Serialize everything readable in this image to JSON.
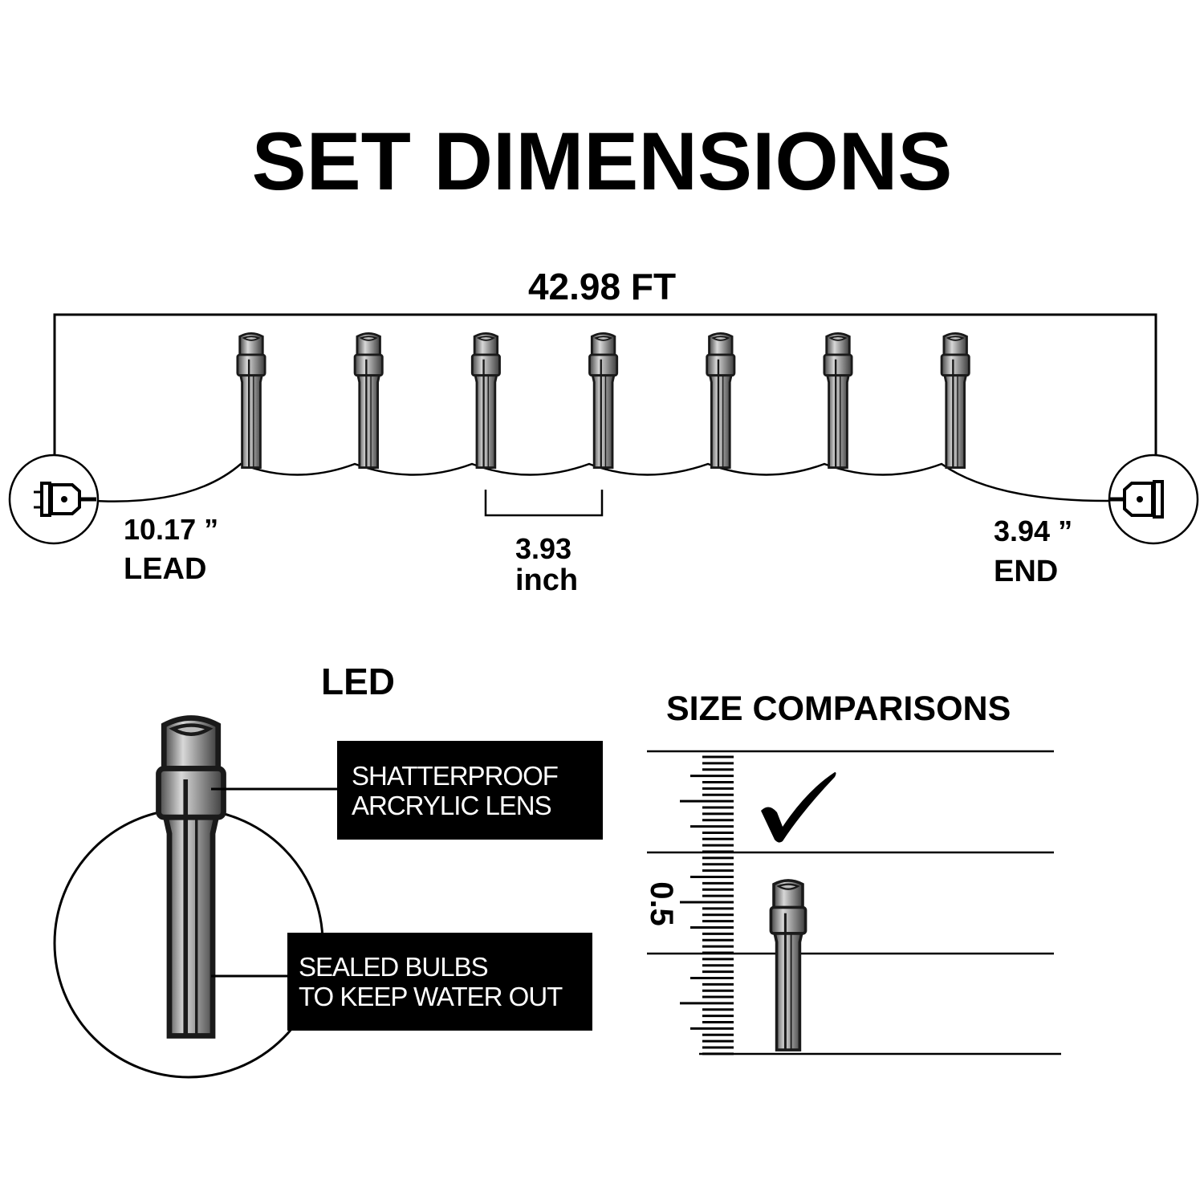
{
  "title": "SET DIMENSIONS",
  "total_length": "42.98 FT",
  "lead": {
    "value": "10.17 ”",
    "label": "LEAD"
  },
  "spacing": {
    "value": "3.93",
    "unit": "inch"
  },
  "end": {
    "value": "3.94 ”",
    "label": "END"
  },
  "bulb_count": 7,
  "led_section": {
    "title": "LED",
    "callouts": [
      {
        "line1": "SHATTERPROOF",
        "line2": "ARCRYLIC LENS"
      },
      {
        "line1": "SEALED BULBS",
        "line2": "TO KEEP WATER OUT"
      }
    ]
  },
  "size_comparison": {
    "title": "SIZE COMPARISONS",
    "ruler_label": "0.5"
  },
  "icons": [
    "plug-icon",
    "end-connector-icon",
    "checkmark-icon",
    "led-bulb-icon",
    "ruler-icon"
  ],
  "colors": {
    "ink": "#000000",
    "bulb_dark": "#3a3a3a",
    "bulb_light": "#d8d8d8"
  }
}
